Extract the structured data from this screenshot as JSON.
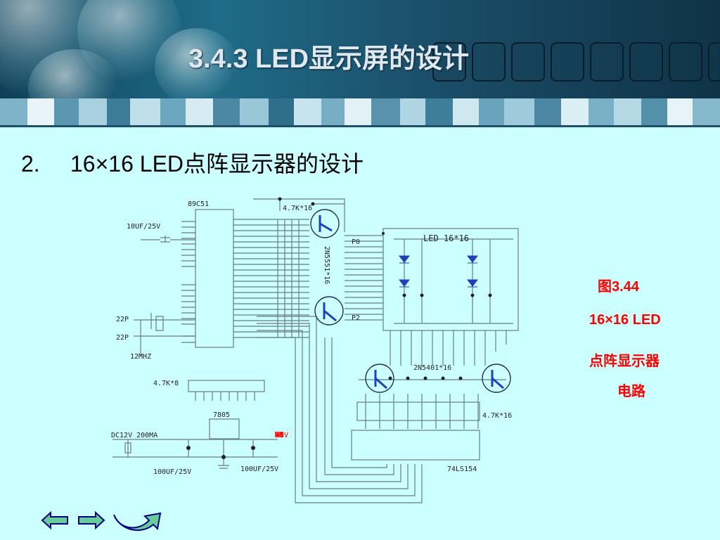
{
  "slide": {
    "title": "3.4.3  LED显示屏的设计",
    "heading_number": "2.",
    "heading_bold": "16×16 LED点",
    "heading_rest": "阵显示器的设计"
  },
  "figure": {
    "caption_line1": "图3.44",
    "caption_line2": "16×16 LED",
    "caption_line3": "点阵显示器",
    "caption_line4": "电路"
  },
  "circuit": {
    "mcu": "89C51",
    "cap_10uf": "10UF/25V",
    "cap_22p_1": "22P",
    "cap_22p_2": "22P",
    "crystal": "12MHZ",
    "res_47k_top": "4.7K*16",
    "res_47k_8": "4.7K*8",
    "transistor_n": "2N5551*16",
    "transistor_p": "2N5401*16",
    "port_p0": "P0",
    "port_p2": "P2",
    "led_matrix": "LED 16*16",
    "regulator": "7805",
    "power_in": "DC12V 200MA",
    "plus5v": "+5V",
    "cap_100uf_1": "100UF/25V",
    "cap_100uf_2": "100UF/25V",
    "res_47k_bottom": "4.7K*16",
    "decoder": "74LS154"
  },
  "colors": {
    "background": "#ccffff",
    "caption": "#ff0000",
    "arrow_fill": "#66cc99",
    "arrow_stroke": "#000080"
  },
  "nav": {
    "back_icon": "left-arrow-icon",
    "forward_icon": "right-arrow-icon",
    "return_icon": "return-arrow-icon"
  }
}
